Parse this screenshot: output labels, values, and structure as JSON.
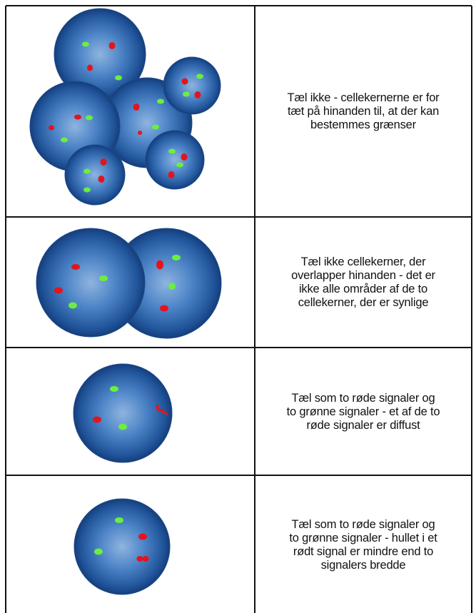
{
  "colors": {
    "border": "#111111",
    "nucleus_light": "#8fb4df",
    "nucleus_mid": "#3a71b8",
    "nucleus_dark": "#153e7c",
    "red_signal": "#e4141c",
    "green_signal": "#6aef3f",
    "text": "#111111"
  },
  "rows": [
    {
      "id": "row-1",
      "caption": "Tæl ikke - cellekernerne er for\ntæt på hinanden til, at der kan\nbestemmes grænser"
    },
    {
      "id": "row-2",
      "caption": "Tæl ikke cellekerner, der\noverlapper hinanden - det er\nikke alle områder af de to\ncellekerner, der er synlige"
    },
    {
      "id": "row-3",
      "caption": "Tæl som to røde signaler og\nto grønne signaler - et af de to\nrøde signaler er diffust"
    },
    {
      "id": "row-4",
      "caption": "Tæl som to røde signaler og\nto grønne signaler - hullet i et\nrødt signal er mindre end to\nsignalers bredde"
    }
  ]
}
